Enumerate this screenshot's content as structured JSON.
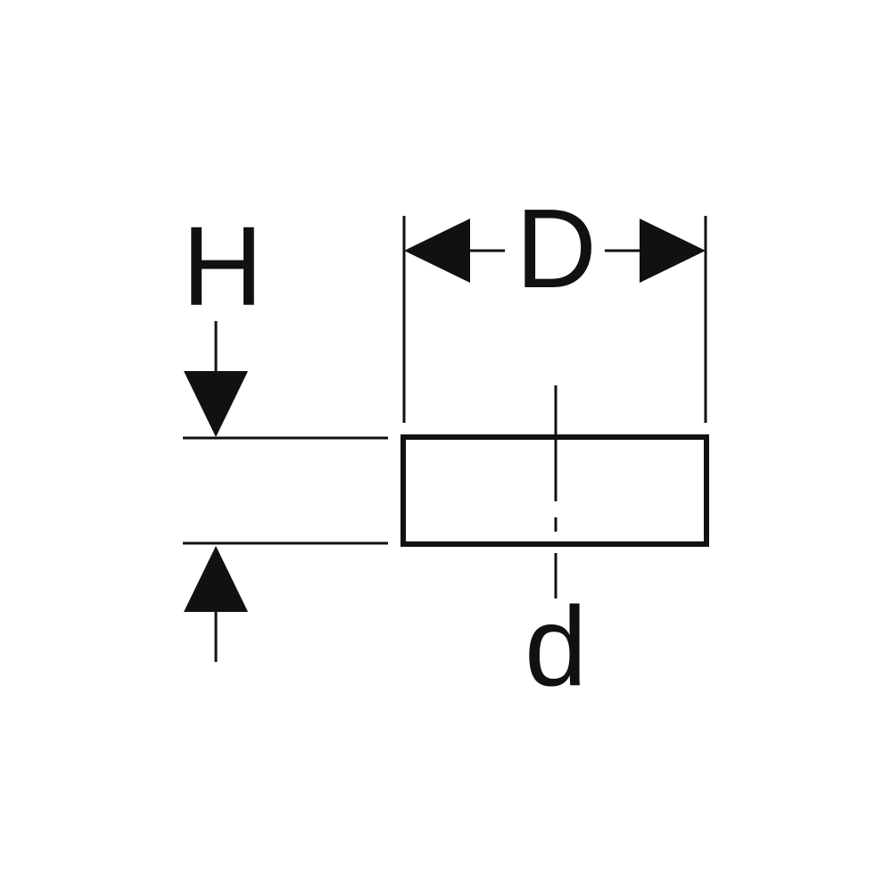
{
  "labels": {
    "height": "H",
    "outer_diameter": "D",
    "inner_diameter": "d"
  },
  "colors": {
    "ink": "#111111",
    "background": "#ffffff"
  }
}
